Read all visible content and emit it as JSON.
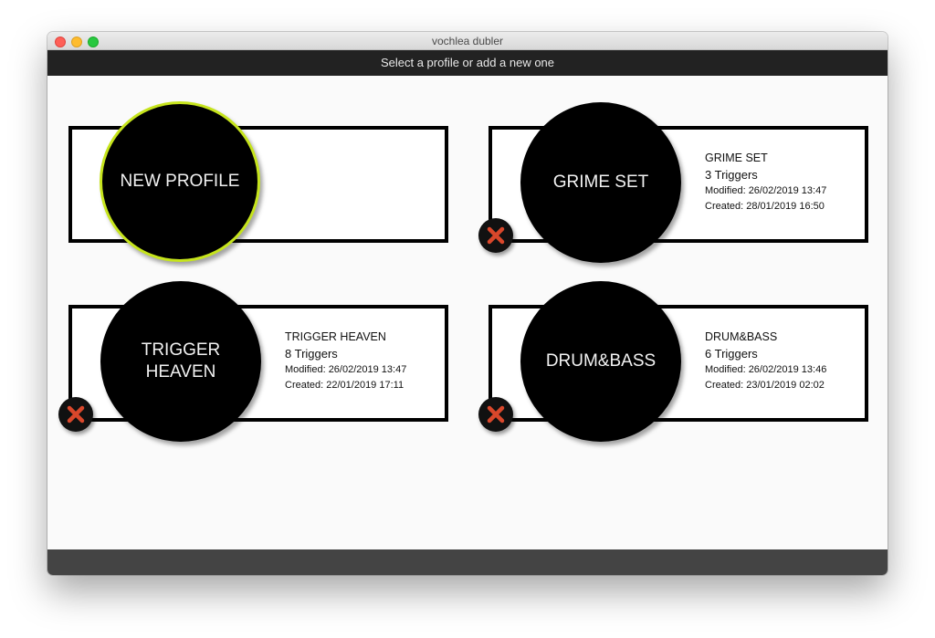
{
  "window": {
    "title": "vochlea dubler"
  },
  "header": {
    "instruction": "Select a profile or add a new one"
  },
  "new_profile": {
    "label": "NEW PROFILE"
  },
  "profiles": [
    {
      "circle_label": "GRIME SET",
      "name": "GRIME SET",
      "triggers": "3 Triggers",
      "modified": "Modified: 26/02/2019 13:47",
      "created": "Created: 28/01/2019 16:50"
    },
    {
      "circle_label": "TRIGGER\nHEAVEN",
      "name": "TRIGGER HEAVEN",
      "triggers": "8 Triggers",
      "modified": "Modified: 26/02/2019 13:47",
      "created": "Created: 22/01/2019 17:11"
    },
    {
      "circle_label": "DRUM&BASS",
      "name": "DRUM&BASS",
      "triggers": "6 Triggers",
      "modified": "Modified: 26/02/2019 13:46",
      "created": "Created: 23/01/2019 02:02"
    }
  ],
  "colors": {
    "accent_ring": "#c6e41c",
    "delete_cross": "#d9472b",
    "header_bg": "#222222",
    "footer_bg": "#444444"
  },
  "icons": {
    "delete": "close-icon"
  }
}
